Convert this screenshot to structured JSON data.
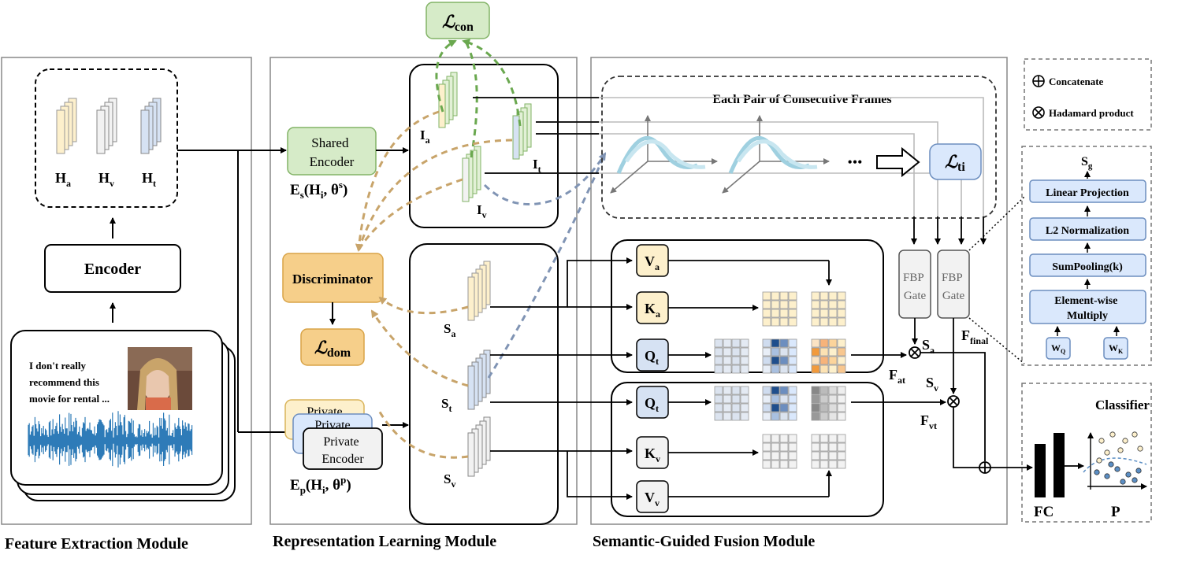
{
  "modules": {
    "feature_extraction": "Feature Extraction Module",
    "representation_learning": "Representation Learning Module",
    "semantic_fusion": "Semantic-Guided Fusion Module"
  },
  "feature_extraction": {
    "h_a": "H",
    "h_a_sub": "a",
    "h_v": "H",
    "h_v_sub": "v",
    "h_t": "H",
    "h_t_sub": "t",
    "encoder": "Encoder",
    "transcript": [
      "I don't really",
      "recommend this",
      "movie for rental ..."
    ]
  },
  "representation": {
    "shared_encoder": [
      "Shared",
      "Encoder"
    ],
    "shared_formula": "E",
    "shared_formula_sub": "s",
    "shared_formula_args": "(H",
    "shared_formula_i": "i",
    "shared_formula_theta": ", θ",
    "shared_formula_sup": "s",
    "shared_formula_close": ")",
    "private_encoder": [
      "Private",
      "Encoder"
    ],
    "private_back": "Private",
    "private_mid": "Private",
    "private_formula": "E",
    "private_formula_sub": "p",
    "private_formula_args": "(H",
    "private_formula_i": "i",
    "private_formula_theta": ", θ",
    "private_formula_sup": "p",
    "private_formula_close": ")",
    "discriminator": "Discriminator",
    "l_dom": "ℒ",
    "l_dom_sub": "dom",
    "l_con": "ℒ",
    "l_con_sub": "con",
    "i_a": "I",
    "i_a_sub": "a",
    "i_t": "I",
    "i_t_sub": "t",
    "i_v": "I",
    "i_v_sub": "v",
    "s_a": "S",
    "s_a_sub": "a",
    "s_t": "S",
    "s_t_sub": "t",
    "s_v": "S",
    "s_v_sub": "v"
  },
  "fusion": {
    "frames_title": "Each Pair of Consecutive Frames",
    "ellipsis": "•••",
    "l_ti": "ℒ",
    "l_ti_sub": "ti",
    "v_a": "V",
    "v_a_sub": "a",
    "k_a": "K",
    "k_a_sub": "a",
    "q_t1": "Q",
    "q_t1_sub": "t",
    "q_t2": "Q",
    "q_t2_sub": "t",
    "k_v": "K",
    "k_v_sub": "v",
    "v_v": "V",
    "v_v_sub": "v",
    "fbp_gate": [
      "FBP",
      "Gate"
    ],
    "s_a": "S",
    "s_a_sub": "a",
    "s_v": "S",
    "s_v_sub": "v",
    "f_at": "F",
    "f_at_sub": "at",
    "f_vt": "F",
    "f_vt_sub": "vt",
    "f_final": "F",
    "f_final_sub": "final"
  },
  "legend": {
    "concatenate": "Concatenate",
    "hadamard": "Hadamard product"
  },
  "fbp_detail": {
    "s_g": "S",
    "s_g_sub": "g",
    "steps": [
      "Linear Projection",
      "L2 Normalization",
      "SumPooling(k)"
    ],
    "elementwise": [
      "Element-wise",
      "Multiply"
    ],
    "w_q": "W",
    "w_q_sub": "Q",
    "w_k": "W",
    "w_k_sub": "K"
  },
  "classifier": {
    "title": "Classifier",
    "fc": "FC",
    "p": "P"
  },
  "colors": {
    "audio": "#fdf0cc",
    "audio_stroke": "#d9b45a",
    "text": "#d6e2f3",
    "text_stroke": "#6f8fbd",
    "visual": "#f2f2f2",
    "green_fill": "#d6ebc8",
    "green_stroke": "#82b366",
    "orange_fill": "#f6cf8a",
    "orange_stroke": "#d8a347",
    "blue_fill": "#dae8fc",
    "blue_stroke": "#6c8ebf",
    "dashed_tan": "#c8a46a",
    "dashed_green": "#6aa84f",
    "dashed_blue": "#8094b4"
  }
}
